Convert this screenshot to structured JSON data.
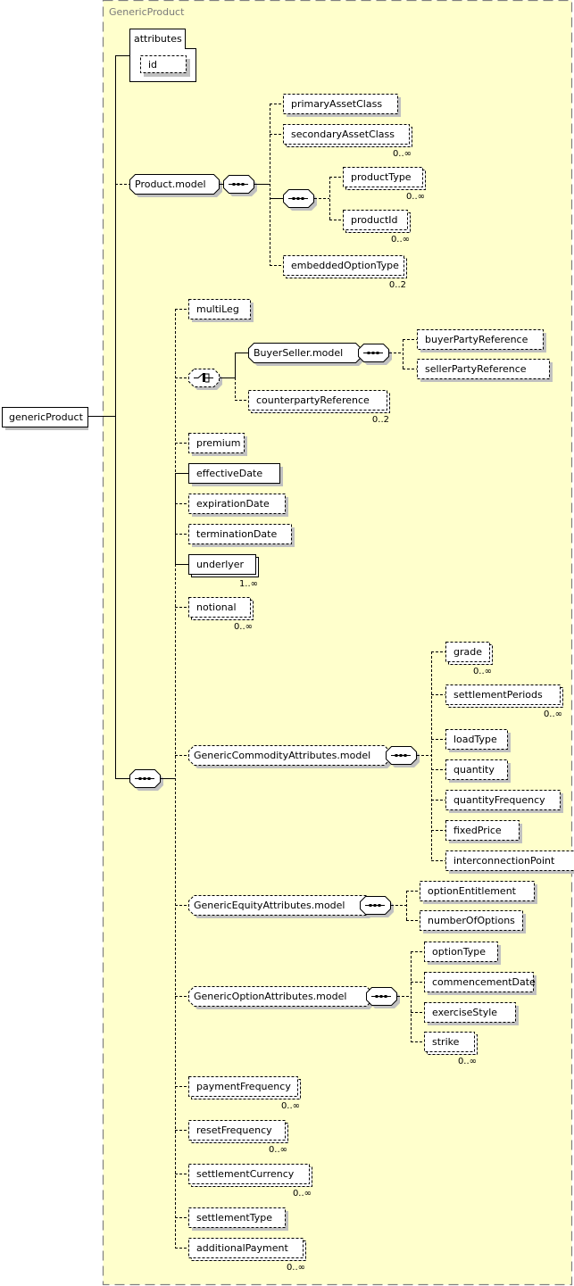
{
  "group_title": "GenericProduct",
  "root": {
    "label": "genericProduct"
  },
  "attributes": {
    "label": "attributes",
    "items": [
      {
        "label": "id",
        "optional": true
      }
    ]
  },
  "product_model": {
    "label": "Product.model",
    "children": [
      {
        "label": "primaryAssetClass",
        "optional": true,
        "cardinality": ""
      },
      {
        "label": "secondaryAssetClass",
        "optional": true,
        "cardinality": "0..∞"
      },
      {
        "type": "sequence",
        "optional": false,
        "children": [
          {
            "label": "productType",
            "optional": true,
            "cardinality": "0..∞"
          },
          {
            "label": "productId",
            "optional": true,
            "cardinality": "0..∞"
          }
        ]
      },
      {
        "label": "embeddedOptionType",
        "optional": true,
        "cardinality": "0..2"
      }
    ]
  },
  "main_sequence": {
    "children": [
      {
        "label": "multiLeg",
        "optional": true,
        "cardinality": ""
      },
      {
        "type": "choice",
        "optional": true,
        "children": [
          {
            "label": "BuyerSeller.model",
            "group": true,
            "optional": false,
            "children": [
              {
                "label": "buyerPartyReference",
                "optional": true
              },
              {
                "label": "sellerPartyReference",
                "optional": true
              }
            ]
          },
          {
            "label": "counterpartyReference",
            "optional": true,
            "cardinality": "0..2"
          }
        ]
      },
      {
        "label": "premium",
        "optional": true,
        "cardinality": ""
      },
      {
        "label": "effectiveDate",
        "optional": false,
        "cardinality": ""
      },
      {
        "label": "expirationDate",
        "optional": true,
        "cardinality": ""
      },
      {
        "label": "terminationDate",
        "optional": true,
        "cardinality": ""
      },
      {
        "label": "underlyer",
        "optional": false,
        "cardinality": "1..∞"
      },
      {
        "label": "notional",
        "optional": true,
        "cardinality": "0..∞"
      },
      {
        "label": "GenericCommodityAttributes.model",
        "group": true,
        "optional": true,
        "children": [
          {
            "label": "grade",
            "optional": true,
            "cardinality": "0..∞"
          },
          {
            "label": "settlementPeriods",
            "optional": true,
            "cardinality": "0..∞"
          },
          {
            "label": "loadType",
            "optional": true
          },
          {
            "label": "quantity",
            "optional": true
          },
          {
            "label": "quantityFrequency",
            "optional": true
          },
          {
            "label": "fixedPrice",
            "optional": true
          },
          {
            "label": "interconnectionPoint",
            "optional": true
          }
        ]
      },
      {
        "label": "GenericEquityAttributes.model",
        "group": true,
        "optional": true,
        "children": [
          {
            "label": "optionEntitlement",
            "optional": true
          },
          {
            "label": "numberOfOptions",
            "optional": true
          }
        ]
      },
      {
        "label": "GenericOptionAttributes.model",
        "group": true,
        "optional": true,
        "children": [
          {
            "label": "optionType",
            "optional": true
          },
          {
            "label": "commencementDate",
            "optional": true
          },
          {
            "label": "exerciseStyle",
            "optional": true
          },
          {
            "label": "strike",
            "optional": true,
            "cardinality": "0..∞"
          }
        ]
      },
      {
        "label": "paymentFrequency",
        "optional": true,
        "cardinality": "0..∞"
      },
      {
        "label": "resetFrequency",
        "optional": true,
        "cardinality": "0..∞"
      },
      {
        "label": "settlementCurrency",
        "optional": true,
        "cardinality": "0..∞"
      },
      {
        "label": "settlementType",
        "optional": true,
        "cardinality": ""
      },
      {
        "label": "additionalPayment",
        "optional": true,
        "cardinality": "0..∞"
      }
    ]
  },
  "colors": {
    "group_fill": "#ffffcc",
    "group_border": "#808080",
    "node_fill": "#ffffff",
    "shadow": "#c0c0c0",
    "line": "#000000"
  }
}
